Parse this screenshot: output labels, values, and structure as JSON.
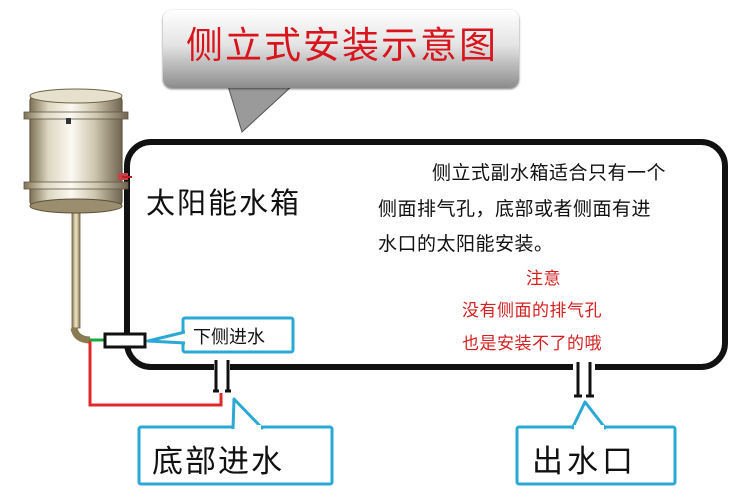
{
  "title": "侧立式安装示意图",
  "tank": {
    "label": "太阳能水箱"
  },
  "description": {
    "line1": "侧立式副水箱适合只有一个",
    "line2": "侧面排气孔，底部或者侧面有进",
    "line3": "水口的太阳能安装。"
  },
  "note": {
    "heading": "注意",
    "line1": "没有侧面的排气孔",
    "line2": "也是安装不了的哦"
  },
  "callouts": {
    "side_inlet": "下侧进水",
    "bottom_inlet": "底部进水",
    "outlet": "出水口"
  },
  "colors": {
    "title_red": "#d8141c",
    "note_red": "#d62020",
    "callout_border": "#2aa8d6",
    "pipe_red": "#e02828",
    "pipe_green": "#1aa83a"
  },
  "icons": {
    "aux_tank": "auxiliary-water-tank-icon"
  }
}
